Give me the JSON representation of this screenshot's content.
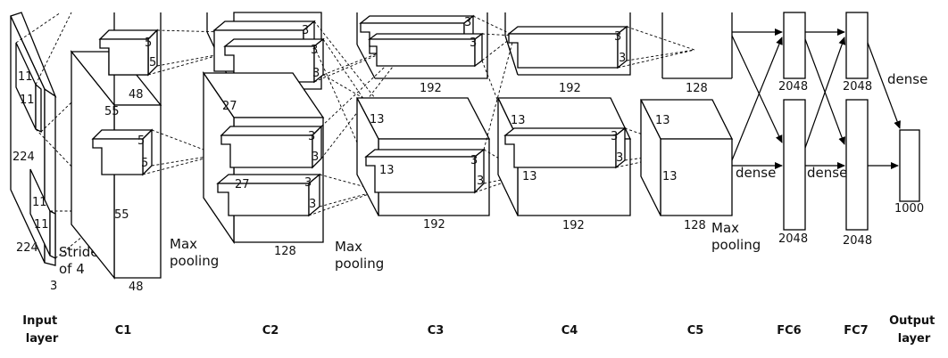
{
  "layers": [
    {
      "id": "input",
      "name": "Input\nlayer"
    },
    {
      "id": "c1",
      "name": "C1"
    },
    {
      "id": "c2",
      "name": "C2"
    },
    {
      "id": "c3",
      "name": "C3"
    },
    {
      "id": "c4",
      "name": "C4"
    },
    {
      "id": "c5",
      "name": "C5"
    },
    {
      "id": "fc6",
      "name": "FC6"
    },
    {
      "id": "fc7",
      "name": "FC7"
    },
    {
      "id": "output",
      "name": "Output\nlayer"
    }
  ],
  "labels": {
    "input_size_h": "224",
    "input_size_w": "224",
    "input_depth": "3",
    "stride": "Stride\nof 4",
    "kernel_11": "11",
    "c1_size": "55",
    "c1_depth": "48",
    "kernel_5": "5",
    "max_pooling": "Max\npooling",
    "c2_size": "27",
    "c2_depth": "128",
    "kernel_3": "3",
    "c3_size": "13",
    "c3_depth": "192",
    "c4_depth": "192",
    "c5_depth": "128",
    "dense": "dense",
    "fc6_size": "2048",
    "fc7_size": "2048",
    "output_size": "1000"
  }
}
